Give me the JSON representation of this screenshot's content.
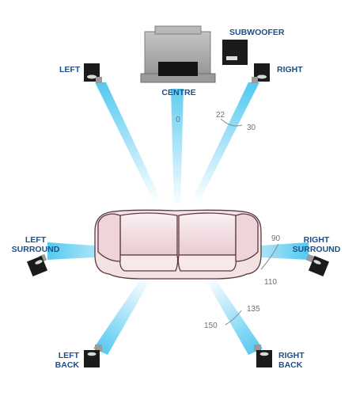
{
  "speakers": {
    "left": "LEFT",
    "centre": "CENTRE",
    "subwoofer": "SUBWOOFER",
    "right": "RIGHT",
    "left_surround": [
      "LEFT",
      "SURROUND"
    ],
    "right_surround": [
      "RIGHT",
      "SURROUND"
    ],
    "left_back": [
      "LEFT",
      "BACK"
    ],
    "right_back": [
      "RIGHT",
      "BACK"
    ]
  },
  "angles": {
    "front_center": "0",
    "front_right_min": "22",
    "front_right_max": "30",
    "surround_min": "90",
    "surround_max": "110",
    "back_min": "135",
    "back_max": "150"
  },
  "colors": {
    "label": "#1e4f8a",
    "beam": "#38c0ee",
    "sofa_fill": "#f3e1e4",
    "sofa_stroke": "#5a3a40",
    "speaker": "#1b1b1b",
    "tv": "#a6a6a6",
    "angle_text": "#707070"
  }
}
